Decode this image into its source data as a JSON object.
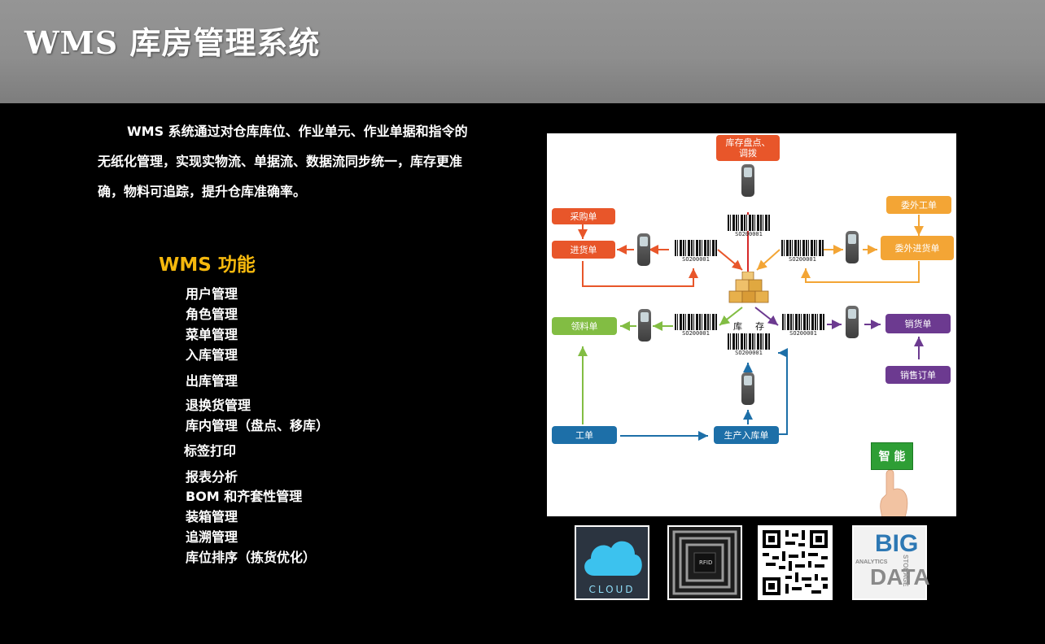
{
  "header": {
    "title": "WMS 库房管理系统"
  },
  "intro": {
    "line1": "WMS 系统通过对仓库库位、作业单元、作业单据和指令的",
    "line2": "无纸化管理，实现实物流、单据流、数据流同步统一，库存更准",
    "line3": "确，物料可追踪，提升仓库准确率。"
  },
  "functions": {
    "heading": "WMS 功能",
    "items": [
      "用户管理",
      "角色管理",
      "菜单管理",
      "入库管理",
      "出库管理",
      "退换货管理",
      "库内管理（盘点、移库）",
      "标签打印",
      "报表分析",
      "BOM 和齐套性管理",
      "装箱管理",
      "追溯管理",
      "库位排序（拣货优化）"
    ]
  },
  "diagram": {
    "boxes": {
      "inventory_check": "库存盘点、\n调拨",
      "purchase_order": "采购单",
      "receipt_order": "进货单",
      "outsource_work_order": "委外工单",
      "outsource_receipt": "委外进货单",
      "material_requisition": "领料单",
      "sales_delivery": "销货单",
      "sales_order": "销售订单",
      "work_order": "工单",
      "production_receipt": "生产入库单"
    },
    "barcode_code": "SO200001",
    "stock_label_1": "库",
    "stock_label_2": "存",
    "smart_label": "智 能",
    "colors": {
      "orange": "#e8562a",
      "yellow": "#f3a535",
      "green": "#82bd43",
      "blue": "#1d6fa8",
      "purple": "#6c3a90",
      "red": "#d62828"
    }
  },
  "tiles": {
    "cloud": "CLOUD",
    "rfid": "RFID",
    "qr": "qr-code",
    "big": "BIG",
    "data": "DATA",
    "storage": "STORAGE",
    "analytics": "ANALYTICS"
  }
}
